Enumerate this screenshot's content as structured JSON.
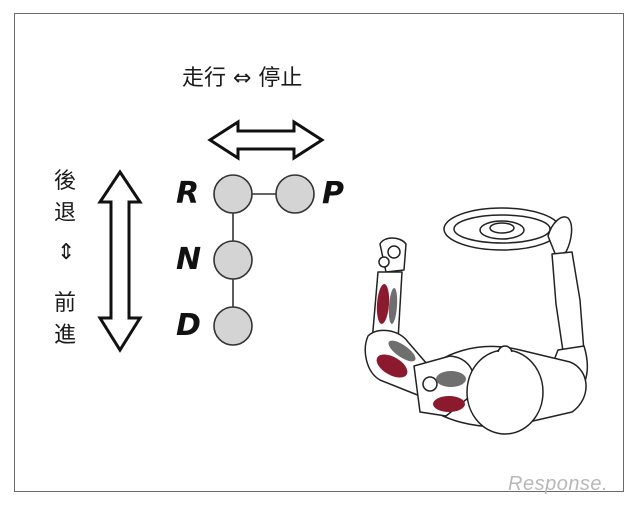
{
  "labels": {
    "horizontal_caption": "走行 ⇔ 停止",
    "vertical_top_chars": "後退",
    "vertical_arrow_char": "⇕",
    "vertical_bottom_chars": "前進"
  },
  "gears": {
    "reverse": "R",
    "park": "P",
    "neutral": "N",
    "drive": "D"
  },
  "watermark": "Response.",
  "colors": {
    "muscle_red": "#8b1a2e",
    "muscle_gray": "#6f6f6f",
    "knob_fill": "#d4d4d4"
  }
}
